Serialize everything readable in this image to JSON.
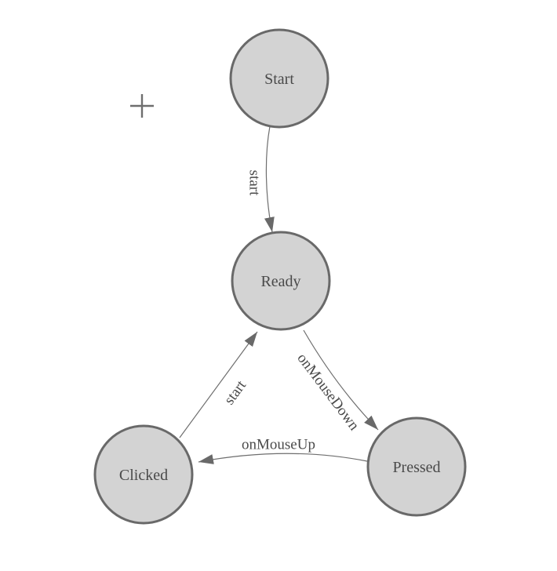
{
  "palette": {
    "background": "#ffffff",
    "node_fill": "#d3d3d3",
    "node_stroke": "#696969",
    "edge_stroke": "#6e6e6e",
    "arrow_fill": "#696969",
    "label_color": "#4a4a4a"
  },
  "nodes": [
    {
      "id": "start",
      "label": "Start"
    },
    {
      "id": "ready",
      "label": "Ready"
    },
    {
      "id": "clicked",
      "label": "Clicked"
    },
    {
      "id": "pressed",
      "label": "Pressed"
    }
  ],
  "edges": [
    {
      "from": "start",
      "to": "ready",
      "label": "start"
    },
    {
      "from": "clicked",
      "to": "ready",
      "label": "start"
    },
    {
      "from": "ready",
      "to": "pressed",
      "label": "onMouseDown"
    },
    {
      "from": "pressed",
      "to": "clicked",
      "label": "onMouseUp"
    }
  ],
  "icons": {
    "plus_icon": "+"
  }
}
